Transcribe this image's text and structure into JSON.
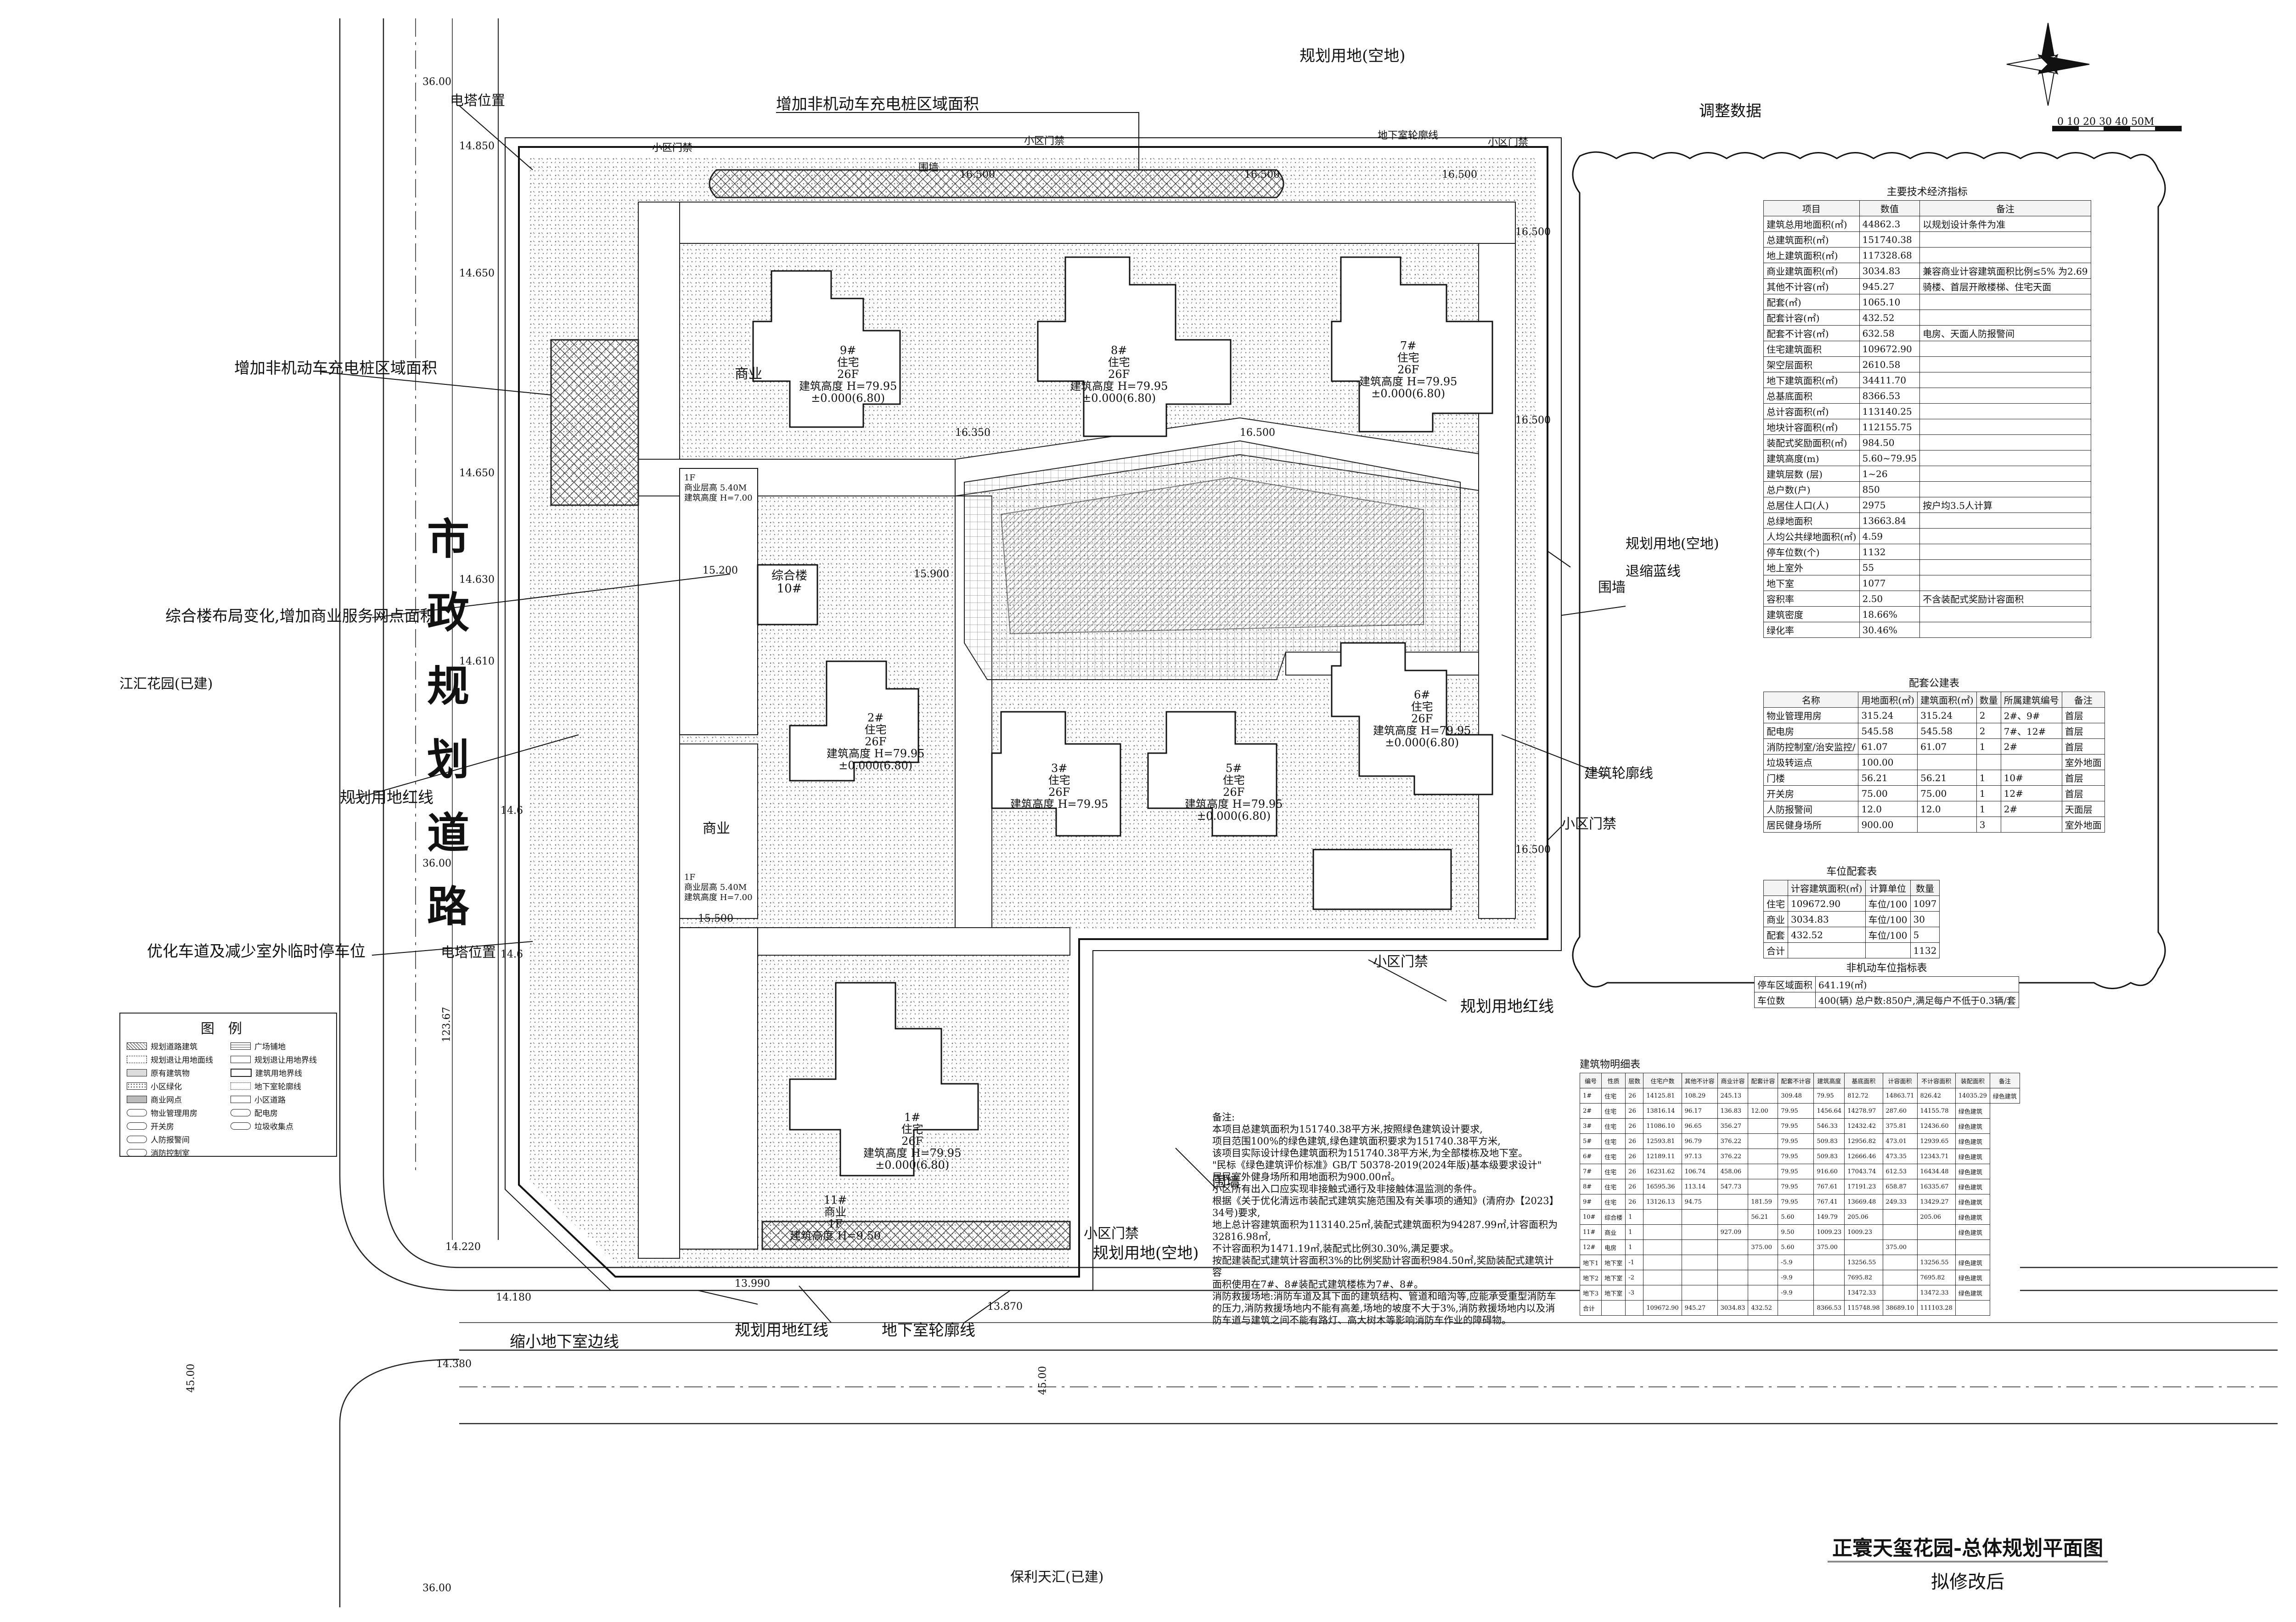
{
  "top_label": "规划用地(空地)",
  "title": {
    "main": "正寰天玺花园-总体规划平面图",
    "sub": "拟修改后"
  },
  "adjust_label": "调整数据",
  "scale_label": "0 10 20 30 40 50M",
  "road_name_chars": [
    "市",
    "政",
    "规",
    "划",
    "道",
    "路"
  ],
  "neighbours": {
    "left": "江汇花园(已建)",
    "bottom": "保利天汇(已建)"
  },
  "callouts": {
    "dianta1": "电塔位置",
    "dianta2": "电塔位置",
    "ev_top": "增加非机动车充电桩区域面积",
    "ev_left": "增加非机动车充电桩区域面积",
    "zonghe": "综合楼布局变化,增加商业服务网点面积",
    "hongxian_left": "规划用地红线",
    "youhua": "优化车道及减少室外临时停车位",
    "weiqiang_top": "围墙",
    "menjin_top1": "小区门禁",
    "menjin_top2": "小区门禁",
    "menjin_top3": "小区门禁",
    "dixia_top": "地下室轮廓线",
    "kongdi_right": "规划用地(空地)",
    "tuirang": "退缩蓝线",
    "weiqiang_right": "围墙",
    "jianzhu_lunkuo": "建筑轮廓线",
    "menjin_right": "小区门禁",
    "menjin_mid": "小区门禁",
    "hongxian_mid": "规划用地红线",
    "weiqiang_bottom": "围墙",
    "menjin_bottom": "小区门禁",
    "kongdi_bottom": "规划用地(空地)",
    "suoxiao": "缩小地下室边线",
    "hongxian_bottom": "规划用地红线",
    "dixia_bottom": "地下室轮廓线"
  },
  "buildings": [
    {
      "id": "b9",
      "lines": [
        "9#",
        "住宅",
        "26F",
        "建筑高度 H=79.95",
        "±0.000(6.80)"
      ]
    },
    {
      "id": "b8",
      "lines": [
        "8#",
        "住宅",
        "26F",
        "建筑高度 H=79.95",
        "±0.000(6.80)"
      ]
    },
    {
      "id": "b7",
      "lines": [
        "7#",
        "住宅",
        "26F",
        "建筑高度 H=79.95",
        "±0.000(6.80)"
      ]
    },
    {
      "id": "b6",
      "lines": [
        "6#",
        "住宅",
        "26F",
        "建筑高度 H=79.95",
        "±0.000(6.80)"
      ]
    },
    {
      "id": "b5",
      "lines": [
        "5#",
        "住宅",
        "26F",
        "建筑高度 H=79.95",
        "±0.000(6.80)"
      ]
    },
    {
      "id": "b3",
      "lines": [
        "3#",
        "住宅",
        "26F",
        "建筑高度 H=79.95"
      ]
    },
    {
      "id": "b2",
      "lines": [
        "2#",
        "住宅",
        "26F",
        "建筑高度 H=79.95",
        "±0.000(6.80)"
      ]
    },
    {
      "id": "b1",
      "lines": [
        "1#",
        "住宅",
        "26F",
        "建筑高度 H=79.95",
        "±0.000(6.80)"
      ]
    },
    {
      "id": "b10",
      "lines": [
        "综合楼",
        "10#"
      ]
    },
    {
      "id": "b11",
      "lines": [
        "11#",
        "商业",
        "1F",
        "建筑高度 H=9.50"
      ]
    }
  ],
  "shops": [
    {
      "id": "s9",
      "text": "商业"
    },
    {
      "id": "s2",
      "text": "商业"
    },
    {
      "id": "s1f_top",
      "lines": [
        "1F",
        "商业层高 5.40M",
        "建筑高度 H=7.00"
      ]
    },
    {
      "id": "s1f_mid",
      "lines": [
        "1F",
        "商业层高 5.40M",
        "建筑高度 H=7.00"
      ]
    }
  ],
  "tech_table": {
    "caption": "主要技术经济指标",
    "headers": [
      "项目",
      "数值",
      "备注"
    ],
    "rows": [
      [
        "建筑总用地面积(㎡)",
        "44862.3",
        "以规划设计条件为准"
      ],
      [
        "总建筑面积(㎡)",
        "151740.38",
        ""
      ],
      [
        "地上建筑面积(㎡)",
        "117328.68",
        ""
      ],
      [
        "商业建筑面积(㎡)",
        "3034.83",
        "兼容商业计容建筑面积比例≤5% 为2.69"
      ],
      [
        "其他不计容(㎡)",
        "945.27",
        "骑楼、首层开敞楼梯、住宅天面"
      ],
      [
        "配套(㎡)",
        "1065.10",
        ""
      ],
      [
        "配套计容(㎡)",
        "432.52",
        ""
      ],
      [
        "配套不计容(㎡)",
        "632.58",
        "电房、天面人防报警间"
      ],
      [
        "住宅建筑面积",
        "109672.90",
        ""
      ],
      [
        "架空层面积",
        "2610.58",
        ""
      ],
      [
        "地下建筑面积(㎡)",
        "34411.70",
        ""
      ],
      [
        "总基底面积",
        "8366.53",
        ""
      ],
      [
        "总计容面积(㎡)",
        "113140.25",
        ""
      ],
      [
        "地块计容面积(㎡)",
        "112155.75",
        ""
      ],
      [
        "装配式奖励面积(㎡)",
        "984.50",
        ""
      ],
      [
        "建筑高度(m)",
        "5.60~79.95",
        ""
      ],
      [
        "建筑层数 (层)",
        "1~26",
        ""
      ],
      [
        "总户数(户)",
        "850",
        ""
      ],
      [
        "总居住人口(人)",
        "2975",
        "按户均3.5人计算"
      ],
      [
        "总绿地面积",
        "13663.84",
        ""
      ],
      [
        "人均公共绿地面积(㎡)",
        "4.59",
        ""
      ],
      [
        "停车位数(个)",
        "1132",
        ""
      ],
      [
        "地上室外",
        "55",
        ""
      ],
      [
        "地下室",
        "1077",
        ""
      ],
      [
        "容积率",
        "2.50",
        "不含装配式奖励计容面积"
      ],
      [
        "建筑密度",
        "18.66%",
        ""
      ],
      [
        "绿化率",
        "30.46%",
        ""
      ]
    ]
  },
  "facility_table": {
    "caption": "配套公建表",
    "headers": [
      "名称",
      "用地面积(㎡)",
      "建筑面积(㎡)",
      "数量",
      "所属建筑编号",
      "备注"
    ],
    "rows": [
      [
        "物业管理用房",
        "315.24",
        "315.24",
        "2",
        "2#、9#",
        "首层"
      ],
      [
        "配电房",
        "545.58",
        "545.58",
        "2",
        "7#、12#",
        "首层"
      ],
      [
        "消防控制室/治安监控/",
        "61.07",
        "61.07",
        "1",
        "2#",
        "首层"
      ],
      [
        "垃圾转运点",
        "100.00",
        "",
        "",
        "",
        "室外地面"
      ],
      [
        "门楼",
        "56.21",
        "56.21",
        "1",
        "10#",
        "首层"
      ],
      [
        "开关房",
        "75.00",
        "75.00",
        "1",
        "12#",
        "首层"
      ],
      [
        "人防报警间",
        "12.0",
        "12.0",
        "1",
        "2#",
        "天面层"
      ],
      [
        "居民健身场所",
        "900.00",
        "",
        "3",
        "",
        "室外地面"
      ]
    ]
  },
  "parking_table": {
    "caption": "车位配套表",
    "headers": [
      "",
      "计容建筑面积(㎡)",
      "计算单位",
      "数量"
    ],
    "rows": [
      [
        "住宅",
        "109672.90",
        "车位/100",
        "1097"
      ],
      [
        "商业",
        "3034.83",
        "车位/100",
        "30"
      ],
      [
        "配套",
        "432.52",
        "车位/100",
        "5"
      ],
      [
        "合计",
        "",
        "",
        "1132"
      ]
    ]
  },
  "bike_table": {
    "caption": "非机动车位指标表",
    "rows": [
      [
        "停车区域面积",
        "641.19(㎡)"
      ],
      [
        "车位数",
        "400(辆) 总户数:850户,满足每户不低于0.3辆/套"
      ]
    ]
  },
  "building_stat_table": {
    "caption": "建筑物明细表",
    "headers": [
      "编号",
      "性质",
      "层数",
      "住宅户数",
      "其他不计容",
      "商业计容",
      "配套计容",
      "配套不计容",
      "建筑高度",
      "基底面积",
      "计容面积",
      "不计容面积",
      "装配面积",
      "备注"
    ],
    "rows": [
      [
        "1#",
        "住宅",
        "26",
        "14125.81",
        "108.29",
        "245.13",
        "",
        "309.48",
        "79.95",
        "812.72",
        "14863.71",
        "826.42",
        "14035.29",
        "绿色建筑"
      ],
      [
        "2#",
        "住宅",
        "26",
        "13816.14",
        "96.17",
        "136.83",
        "12.00",
        "79.95",
        "1456.64",
        "14278.97",
        "287.60",
        "14155.78",
        "绿色建筑"
      ],
      [
        "3#",
        "住宅",
        "26",
        "11086.10",
        "96.65",
        "356.27",
        "",
        "79.95",
        "546.33",
        "12432.42",
        "375.81",
        "12436.60",
        "绿色建筑"
      ],
      [
        "5#",
        "住宅",
        "26",
        "12593.81",
        "96.79",
        "376.22",
        "",
        "79.95",
        "509.83",
        "12956.82",
        "473.01",
        "12939.65",
        "绿色建筑"
      ],
      [
        "6#",
        "住宅",
        "26",
        "12189.11",
        "97.13",
        "376.22",
        "",
        "79.95",
        "509.83",
        "12666.46",
        "473.35",
        "12343.71",
        "绿色建筑"
      ],
      [
        "7#",
        "住宅",
        "26",
        "16231.62",
        "106.74",
        "458.06",
        "",
        "79.95",
        "916.60",
        "17043.74",
        "612.53",
        "16434.48",
        "绿色建筑"
      ],
      [
        "8#",
        "住宅",
        "26",
        "16595.36",
        "113.14",
        "547.73",
        "",
        "79.95",
        "767.61",
        "17191.23",
        "658.87",
        "16335.67",
        "绿色建筑"
      ],
      [
        "9#",
        "住宅",
        "26",
        "13126.13",
        "94.75",
        "",
        "181.59",
        "79.95",
        "767.41",
        "13669.48",
        "249.33",
        "13429.27",
        "绿色建筑"
      ],
      [
        "10#",
        "综合楼",
        "1",
        "",
        "",
        "",
        "56.21",
        "5.60",
        "149.79",
        "205.06",
        "",
        "205.06",
        "绿色建筑"
      ],
      [
        "11#",
        "商业",
        "1",
        "",
        "",
        "927.09",
        "",
        "9.50",
        "1009.23",
        "1009.23",
        "",
        "",
        "绿色建筑"
      ],
      [
        "12#",
        "电房",
        "1",
        "",
        "",
        "",
        "375.00",
        "5.60",
        "375.00",
        "",
        "375.00",
        "",
        ""
      ],
      [
        "地下1",
        "地下室",
        "-1",
        "",
        "",
        "",
        "",
        "-5.9",
        "",
        "13256.55",
        "",
        "13256.55",
        "绿色建筑"
      ],
      [
        "地下2",
        "地下室",
        "-2",
        "",
        "",
        "",
        "",
        "-9.9",
        "",
        "7695.82",
        "",
        "7695.82",
        "绿色建筑"
      ],
      [
        "地下3",
        "地下室",
        "-3",
        "",
        "",
        "",
        "",
        "-9.9",
        "",
        "13472.33",
        "",
        "13472.33",
        "绿色建筑"
      ],
      [
        "合计",
        "",
        "",
        "109672.90",
        "945.27",
        "3034.83",
        "432.52",
        "",
        "8366.53",
        "115748.98",
        "38689.10",
        "111103.28",
        ""
      ]
    ]
  },
  "notes": {
    "title": "备注:",
    "lines": [
      "本项目总建筑面积为151740.38平方米,按照绿色建筑设计要求,",
      "项目范围100%的绿色建筑,绿色建筑面积要求为151740.38平方米,",
      "该项目实际设计绿色建筑面积为151740.38平方米,为全部楼栋及地下室。",
      "\"民标《绿色建筑评价标准》GB/T 50378-2019(2024年版)基本级要求设计\"",
      "居民室外健身场所和用地面积为900.00㎡。",
      "小区所有出入口应实现非接触式通行及非接触体温监测的条件。",
      "根据《关于优化清远市装配式建筑实施范围及有关事项的通知》(清府办【2023】34号)要求,",
      "地上总计容建筑面积为113140.25㎡,装配式建筑面积为94287.99㎡,计容面积为32816.98㎡,",
      "不计容面积为1471.19㎡,装配式比例30.30%,满足要求。",
      "按配建装配式建筑计容面积3%的比例奖励计容面积984.50㎡,奖励装配式建筑计容",
      "面积使用在7#、8#装配式建筑楼栋为7#、8#。",
      "消防救援场地:消防车道及其下面的建筑结构、管道和暗沟等,应能承受重型消防车",
      "的压力,消防救援场地内不能有高差,场地的坡度不大于3%,消防救援场地内以及消",
      "防车道与建筑之间不能有路灯、高大树木等影响消防车作业的障碍物。"
    ]
  },
  "legend": {
    "title": "图例",
    "items": [
      "规划道路建筑",
      "广场铺地",
      "规划退让用地面线",
      "规划退让用地界线",
      "原有建筑物",
      "建筑用地界线",
      "小区绿化",
      "地下室轮廓线",
      "商业网点",
      "小区道路",
      "物业管理用房",
      "配电房",
      "开关房",
      "垃圾收集点",
      "人防报警间",
      "",
      "消防控制室",
      ""
    ]
  },
  "elevations": [
    "14.850",
    "14.650",
    "14.650",
    "14.630",
    "14.610",
    "14.6",
    "14.6",
    "14.220",
    "14.180",
    "14.380",
    "15.200",
    "16.500",
    "16.500",
    "16.500",
    "16.350",
    "16.500",
    "16.500",
    "16.500",
    "16.500",
    "15.500",
    "15.900",
    "13.990",
    "13.870"
  ],
  "dims": [
    "36.00",
    "36.00",
    "36.00",
    "45.00",
    "45.00",
    "123.67"
  ]
}
